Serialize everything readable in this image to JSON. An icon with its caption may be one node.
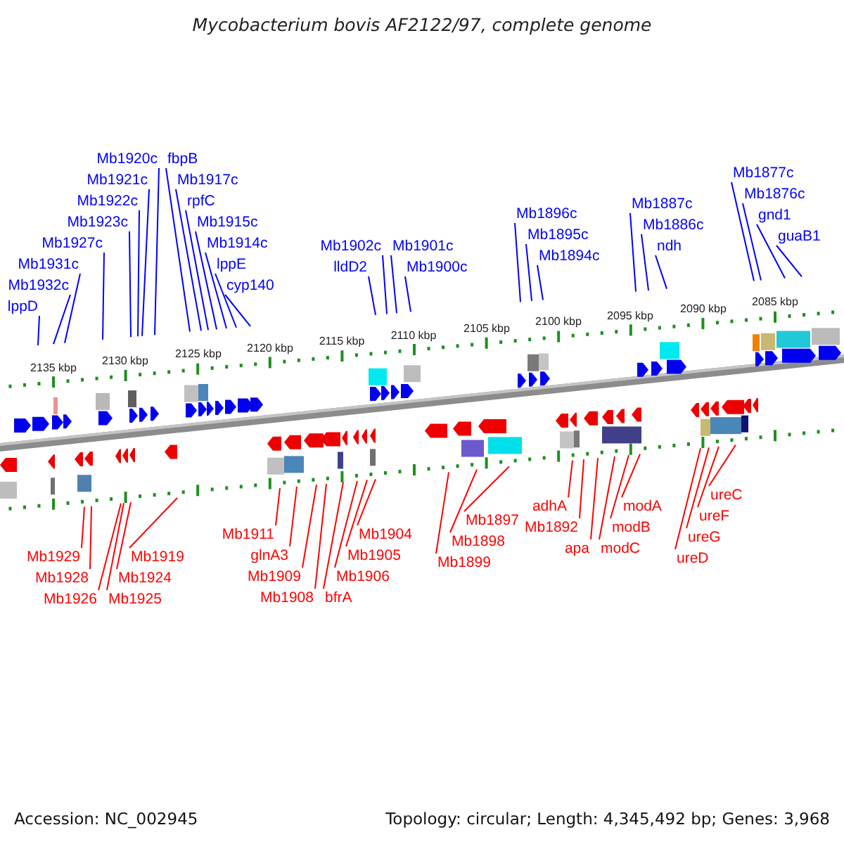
{
  "diagram": {
    "title": "Mycobacterium bovis AF2122/97, complete genome",
    "nodes": [
      {
        "text": [
          "lppD"
        ]
      },
      {
        "text": [
          "Mb1932c"
        ]
      },
      {
        "text": [
          "Mb1931c"
        ]
      },
      {
        "text": [
          "Mb1927c"
        ]
      },
      {
        "text": [
          "Mb1923c"
        ]
      },
      {
        "text": [
          "Mb1922c"
        ]
      },
      {
        "text": [
          "Mb1921c"
        ]
      },
      {
        "text": [
          "Mb1920c"
        ]
      },
      {
        "text": [
          "fbpB"
        ]
      },
      {
        "text": [
          "Mb1917c"
        ]
      },
      {
        "text": [
          "rpfC"
        ]
      },
      {
        "text": [
          "Mb1915c"
        ]
      },
      {
        "text": [
          "Mb1914c"
        ]
      },
      {
        "text": [
          "lppE"
        ]
      },
      {
        "text": [
          "cyp140"
        ]
      },
      {
        "text": [
          "lldD2"
        ]
      },
      {
        "text": [
          "Mb1902c"
        ]
      },
      {
        "text": [
          "Mb1901c"
        ]
      },
      {
        "text": [
          "Mb1900c"
        ]
      },
      {
        "text": [
          "Mb1896c"
        ]
      },
      {
        "text": [
          "Mb1895c"
        ]
      },
      {
        "text": [
          "Mb1894c"
        ]
      },
      {
        "text": [
          "Mb1887c"
        ]
      },
      {
        "text": [
          "Mb1886c"
        ]
      },
      {
        "text": [
          "ndh"
        ]
      },
      {
        "text": [
          "Mb1877c"
        ]
      },
      {
        "text": [
          "Mb1876c"
        ]
      },
      {
        "text": [
          "gnd1"
        ]
      },
      {
        "text": [
          "guaB1"
        ]
      },
      {
        "text": [
          "Mb1929"
        ]
      },
      {
        "text": [
          "Mb1928"
        ]
      },
      {
        "text": [
          "Mb1926"
        ]
      },
      {
        "text": [
          "Mb1925"
        ]
      },
      {
        "text": [
          "Mb1924"
        ]
      },
      {
        "text": [
          "Mb1919"
        ]
      },
      {
        "text": [
          "Mb1911"
        ]
      },
      {
        "text": [
          "glnA3"
        ]
      },
      {
        "text": [
          "Mb1909"
        ]
      },
      {
        "text": [
          "Mb1908"
        ]
      },
      {
        "text": [
          "bfrA"
        ]
      },
      {
        "text": [
          "Mb1906"
        ]
      },
      {
        "text": [
          "Mb1905"
        ]
      },
      {
        "text": [
          "Mb1904"
        ]
      },
      {
        "text": [
          "Mb1899"
        ]
      },
      {
        "text": [
          "Mb1898"
        ]
      },
      {
        "text": [
          "Mb1897"
        ]
      },
      {
        "text": [
          "adhA"
        ]
      },
      {
        "text": [
          "Mb1892"
        ]
      },
      {
        "text": [
          "apa"
        ]
      },
      {
        "text": [
          "modC"
        ]
      },
      {
        "text": [
          "modB"
        ]
      },
      {
        "text": [
          "modA"
        ]
      },
      {
        "text": [
          "ureD"
        ]
      },
      {
        "text": [
          "ureG"
        ]
      },
      {
        "text": [
          "ureF"
        ]
      },
      {
        "text": [
          "ureC"
        ]
      }
    ],
    "edges": [
      {
        "from": 0,
        "to": null,
        "arrow": "none",
        "color": "#0000ff"
      },
      {
        "from": 1,
        "to": null,
        "arrow": "none",
        "color": "#0000ff"
      },
      {
        "from": 2,
        "to": null,
        "arrow": "none",
        "color": "#0000ff"
      },
      {
        "from": 3,
        "to": null,
        "arrow": "none",
        "color": "#0000ff"
      },
      {
        "from": 4,
        "to": null,
        "arrow": "none",
        "color": "#0000ff"
      },
      {
        "from": 5,
        "to": null,
        "arrow": "none",
        "color": "#0000ff"
      },
      {
        "from": 6,
        "to": null,
        "arrow": "none",
        "color": "#0000ff"
      },
      {
        "from": 7,
        "to": null,
        "arrow": "none",
        "color": "#0000ff"
      },
      {
        "from": 8,
        "to": null,
        "arrow": "none",
        "color": "#0000ff"
      },
      {
        "from": 9,
        "to": null,
        "arrow": "none",
        "color": "#0000ff"
      },
      {
        "from": 10,
        "to": null,
        "arrow": "none",
        "color": "#0000ff"
      },
      {
        "from": 11,
        "to": null,
        "arrow": "none",
        "color": "#0000ff"
      },
      {
        "from": 12,
        "to": null,
        "arrow": "none",
        "color": "#0000ff"
      },
      {
        "from": 13,
        "to": null,
        "arrow": "none",
        "color": "#0000ff"
      },
      {
        "from": 14,
        "to": null,
        "arrow": "none",
        "color": "#0000ff"
      },
      {
        "from": 15,
        "to": null,
        "arrow": "none",
        "color": "#0000ff"
      },
      {
        "from": 16,
        "to": null,
        "arrow": "none",
        "color": "#0000ff"
      },
      {
        "from": 17,
        "to": null,
        "arrow": "none",
        "color": "#0000ff"
      },
      {
        "from": 18,
        "to": null,
        "arrow": "none",
        "color": "#0000ff"
      },
      {
        "from": 19,
        "to": null,
        "arrow": "none",
        "color": "#0000ff"
      },
      {
        "from": 20,
        "to": null,
        "arrow": "none",
        "color": "#0000ff"
      },
      {
        "from": 21,
        "to": null,
        "arrow": "none",
        "color": "#0000ff"
      },
      {
        "from": 22,
        "to": null,
        "arrow": "none",
        "color": "#0000ff"
      },
      {
        "from": 23,
        "to": null,
        "arrow": "none",
        "color": "#0000ff"
      },
      {
        "from": 24,
        "to": null,
        "arrow": "none",
        "color": "#0000ff"
      },
      {
        "from": 25,
        "to": null,
        "arrow": "none",
        "color": "#0000ff"
      },
      {
        "from": 26,
        "to": null,
        "arrow": "none",
        "color": "#0000ff"
      },
      {
        "from": 27,
        "to": null,
        "arrow": "none",
        "color": "#0000ff"
      },
      {
        "from": 28,
        "to": null,
        "arrow": "none",
        "color": "#0000ff"
      },
      {
        "from": 29,
        "to": null,
        "arrow": "none",
        "color": "#ff0000"
      },
      {
        "from": 30,
        "to": null,
        "arrow": "none",
        "color": "#ff0000"
      },
      {
        "from": 31,
        "to": null,
        "arrow": "none",
        "color": "#ff0000"
      },
      {
        "from": 32,
        "to": null,
        "arrow": "none",
        "color": "#ff0000"
      },
      {
        "from": 33,
        "to": null,
        "arrow": "none",
        "color": "#ff0000"
      },
      {
        "from": 34,
        "to": null,
        "arrow": "none",
        "color": "#ff0000"
      },
      {
        "from": 35,
        "to": null,
        "arrow": "none",
        "color": "#ff0000"
      },
      {
        "from": 36,
        "to": null,
        "arrow": "none",
        "color": "#ff0000"
      },
      {
        "from": 37,
        "to": null,
        "arrow": "none",
        "color": "#ff0000"
      },
      {
        "from": 38,
        "to": null,
        "arrow": "none",
        "color": "#ff0000"
      },
      {
        "from": 39,
        "to": null,
        "arrow": "none",
        "color": "#ff0000"
      },
      {
        "from": 40,
        "to": null,
        "arrow": "none",
        "color": "#ff0000"
      },
      {
        "from": 41,
        "to": null,
        "arrow": "none",
        "color": "#ff0000"
      },
      {
        "from": 42,
        "to": null,
        "arrow": "none",
        "color": "#ff0000"
      },
      {
        "from": 43,
        "to": null,
        "arrow": "none",
        "color": "#ff0000"
      },
      {
        "from": 44,
        "to": null,
        "arrow": "none",
        "color": "#ff0000"
      },
      {
        "from": 45,
        "to": null,
        "arrow": "none",
        "color": "#ff0000"
      },
      {
        "from": 46,
        "to": null,
        "arrow": "none",
        "color": "#ff0000"
      },
      {
        "from": 47,
        "to": null,
        "arrow": "none",
        "color": "#ff0000"
      },
      {
        "from": 48,
        "to": null,
        "arrow": "none",
        "color": "#ff0000"
      },
      {
        "from": 49,
        "to": null,
        "arrow": "none",
        "color": "#ff0000"
      },
      {
        "from": 50,
        "to": null,
        "arrow": "none",
        "color": "#ff0000"
      },
      {
        "from": 51,
        "to": null,
        "arrow": "none",
        "color": "#ff0000"
      },
      {
        "from": 52,
        "to": null,
        "arrow": "none",
        "color": "#ff0000"
      },
      {
        "from": 53,
        "to": null,
        "arrow": "none",
        "color": "#ff0000"
      },
      {
        "from": 54,
        "to": null,
        "arrow": "none",
        "color": "#ff0000"
      },
      {
        "from": 55,
        "to": null,
        "arrow": "none",
        "color": "#ff0000"
      }
    ],
    "labels": [
      "2135 kbp",
      "2130 kbp",
      "2125 kbp",
      "2120 kbp",
      "2115 kbp",
      "2110 kbp",
      "2105 kbp",
      "2100 kbp",
      "2095 kbp",
      "2090 kbp",
      "2085 kbp",
      "Accession: NC_002945",
      "Topology: circular; Length: 4,345,492 bp; Genes: 3,968"
    ]
  }
}
